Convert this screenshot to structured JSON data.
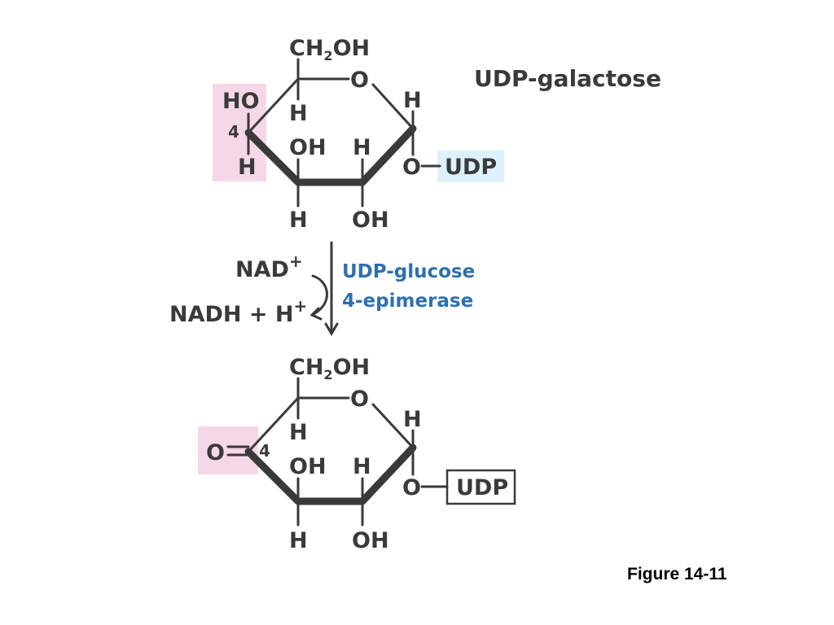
{
  "title": "UDP-galactose",
  "caption": "Figure 14-11",
  "reaction": {
    "cofactor_in": "NAD",
    "cofactor_in_charge": "+",
    "cofactor_out": "NADH + H",
    "cofactor_out_charge": "+",
    "enzyme_line1": "UDP-glucose",
    "enzyme_line2": "4-epimerase"
  },
  "top_molecule": {
    "ch2oh_c": "CH",
    "ch2oh_sub": "2",
    "ch2oh_oh": "OH",
    "ring_o": "O",
    "c4_top_group": "HO",
    "c4_number": "4",
    "c4_bottom_group": "H",
    "c5_h": "H",
    "c1_h": "H",
    "c3_oh": "OH",
    "c2_h": "H",
    "glyco_o": "O",
    "udp_label": "UDP",
    "c3_h": "H",
    "c2_oh": "OH"
  },
  "bottom_molecule": {
    "ch2oh_c": "CH",
    "ch2oh_sub": "2",
    "ch2oh_oh": "OH",
    "ring_o": "O",
    "keto_o": "O",
    "c4_number": "4",
    "c5_h": "H",
    "c1_h": "H",
    "c3_oh": "OH",
    "c2_h": "H",
    "glyco_o": "O",
    "udp_label": "UDP",
    "c3_h": "H",
    "c2_oh": "OH"
  },
  "colors": {
    "c4_highlight": "#f5d7e8",
    "udp_highlight": "#dcf1fb",
    "enzyme_text": "#2f6fae",
    "structure": "#3a3a3a"
  }
}
